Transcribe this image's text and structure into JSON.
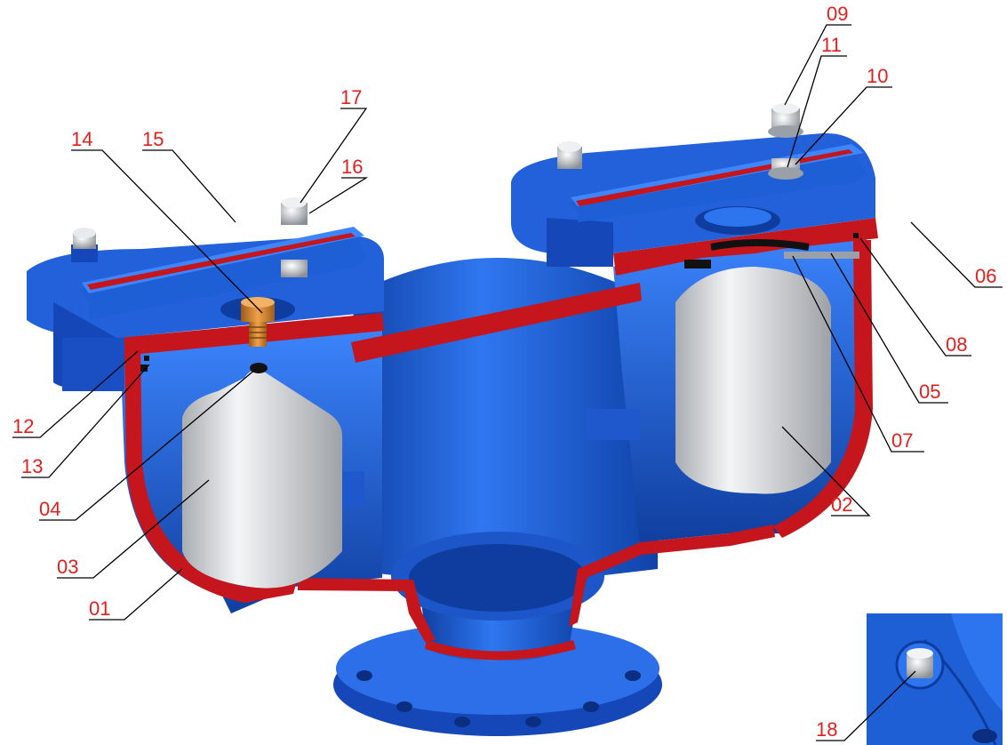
{
  "callouts": [
    "01",
    "02",
    "03",
    "04",
    "05",
    "06",
    "07",
    "08",
    "09",
    "10",
    "11",
    "12",
    "13",
    "14",
    "15",
    "16",
    "17",
    "18"
  ],
  "colors": {
    "body_blue": "#1f5fd6",
    "body_blue_light": "#3d86ff",
    "body_blue_dark": "#0e3c9e",
    "section_red": "#c4161c",
    "float_grey": "#d9dce0",
    "plug_bronze": "#d7842c",
    "label_red": "#e0201f",
    "leader_line": "#000000"
  },
  "icons": {
    "detail_inset": "drain-plug-detail",
    "left_float": "float-ball-icon",
    "right_float": "float-ball-icon"
  }
}
